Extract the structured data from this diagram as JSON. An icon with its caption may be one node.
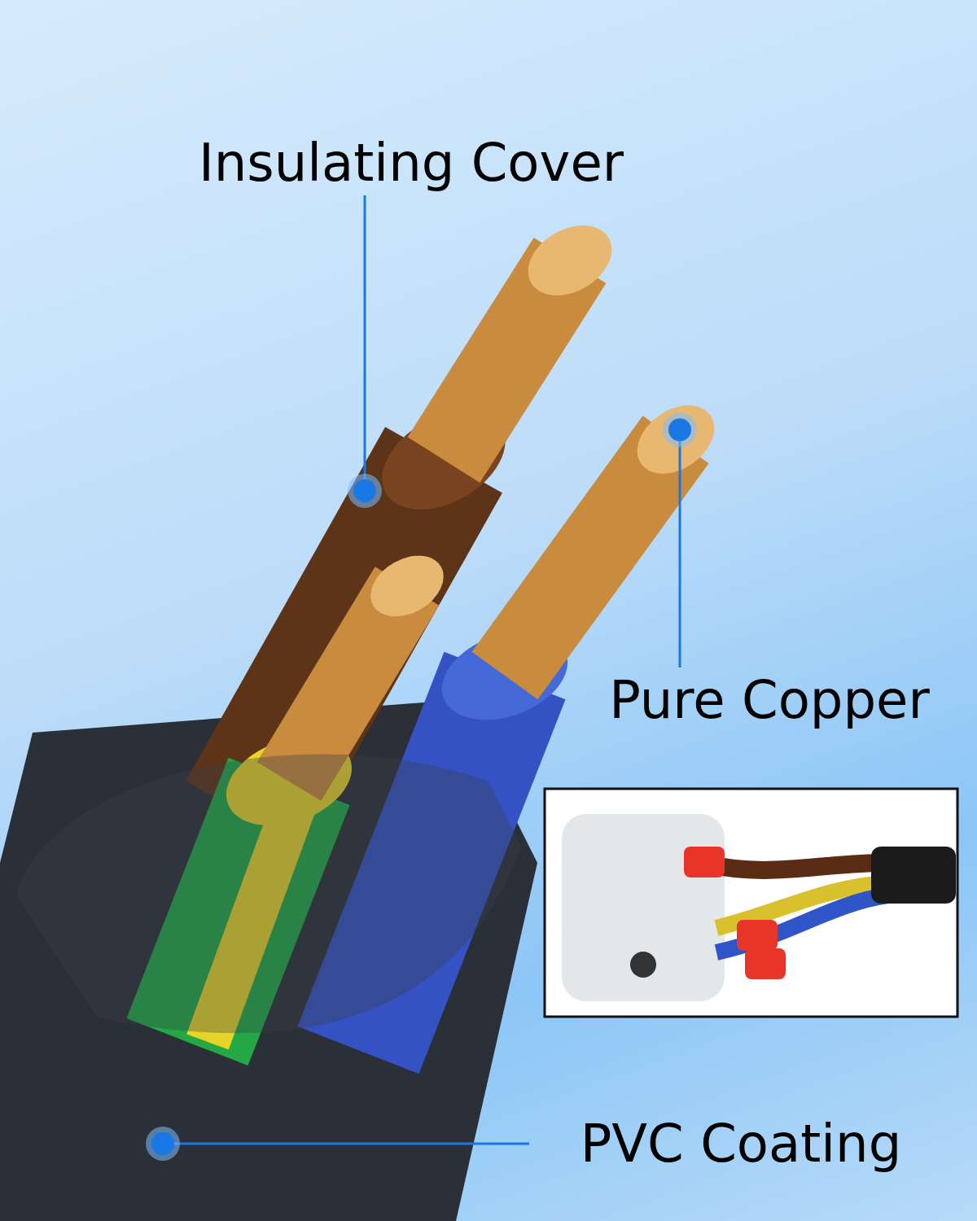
{
  "diagram": {
    "nodes": [
      {
        "text": [
          "Insulating Cover"
        ]
      },
      {
        "text": [],
        "shape": "circle"
      },
      {
        "text": [
          "Pure Copper"
        ]
      },
      {
        "text": [],
        "shape": "circle"
      },
      {
        "text": [
          "PVC Coating"
        ]
      },
      {
        "text": [],
        "shape": "circle"
      }
    ],
    "edges": [
      {
        "from": 0,
        "to": 1,
        "arrow": "none"
      },
      {
        "from": 2,
        "to": 3,
        "arrow": "none"
      },
      {
        "from": 4,
        "to": 5,
        "arrow": "none"
      }
    ]
  }
}
